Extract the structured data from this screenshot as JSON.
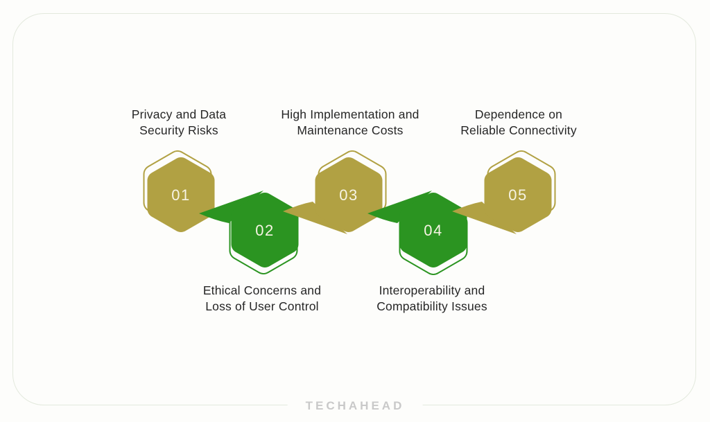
{
  "colors": {
    "gold": "#b1a143",
    "green": "#2b9421",
    "number_text": "#f7f4e4",
    "label_text": "#262626",
    "brand_gray": "#c9c9c9",
    "card_border": "#e3e9dd"
  },
  "footer": {
    "brand": "TECHAHEAD"
  },
  "items": [
    {
      "number": "01",
      "title_line1": "Privacy and Data",
      "title_line2": "Security Risks",
      "color": "gold",
      "label_position": "top"
    },
    {
      "number": "02",
      "title_line1": "Ethical Concerns and",
      "title_line2": "Loss of User Control",
      "color": "green",
      "label_position": "bottom"
    },
    {
      "number": "03",
      "title_line1": "High Implementation and",
      "title_line2": "Maintenance Costs",
      "color": "gold",
      "label_position": "top"
    },
    {
      "number": "04",
      "title_line1": "Interoperability and",
      "title_line2": "Compatibility Issues",
      "color": "green",
      "label_position": "bottom"
    },
    {
      "number": "05",
      "title_line1": "Dependence on",
      "title_line2": "Reliable Connectivity",
      "color": "gold",
      "label_position": "top"
    }
  ]
}
